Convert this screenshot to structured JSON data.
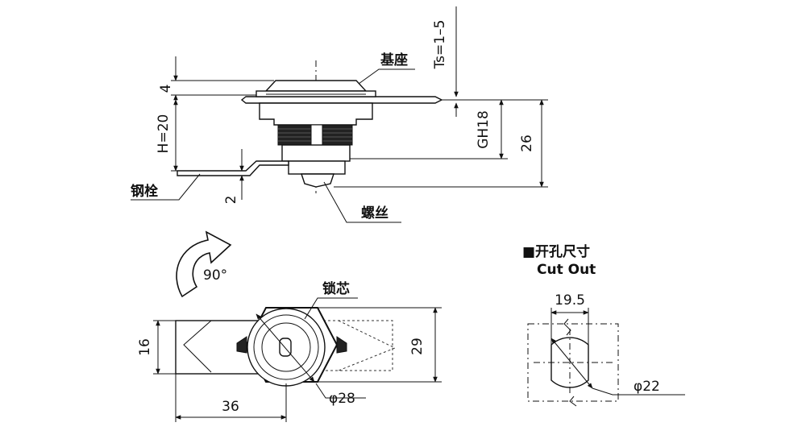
{
  "labels": {
    "base": "基座",
    "ts": "Ts=1–5",
    "dim_4": "4",
    "dim_h": "H=20",
    "dim_gh": "GH18",
    "dim_26": "26",
    "steel_bolt": "钢栓",
    "dim_2": "2",
    "screw": "螺丝",
    "angle": "90°",
    "lock_core": "锁芯",
    "dim_16": "16",
    "dim_29": "29",
    "dim_36": "36",
    "dim_phi28": "φ28",
    "cutout_cn": "■开孔尺寸",
    "cutout_en": "Cut Out",
    "dim_19_5": "19.5",
    "dim_phi22": "φ22"
  }
}
